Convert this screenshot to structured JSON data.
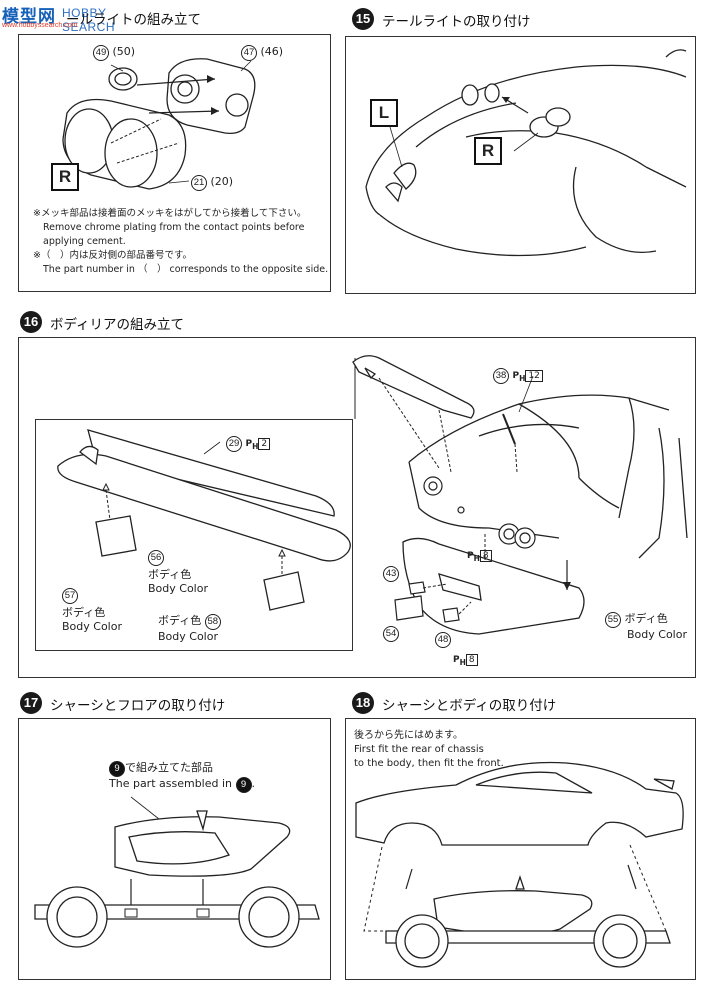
{
  "watermark": {
    "cn": "模型网",
    "en": "HOBBY SEARCH",
    "url": "www.hobbyssearch.com"
  },
  "step14": {
    "title": "ールライトの組み立て",
    "parts": {
      "p49": "49",
      "p50": "(50)",
      "p47": "47",
      "p46": "(46)",
      "p21": "21",
      "p20": "(20)"
    },
    "side_label": "R",
    "note_jp_1": "※メッキ部品は接着面のメッキをはがしてから接着して下さい。",
    "note_en_1": "Remove chrome plating from the contact points before",
    "note_en_1b": "applying cement.",
    "note_jp_2": "※（　）内は反対側の部品番号です。",
    "note_en_2": "The part number in （　） corresponds to the opposite side."
  },
  "step15": {
    "number": "15",
    "title": "テールライトの取り付け",
    "label_left": "L",
    "label_right": "R"
  },
  "step16": {
    "number": "16",
    "title": "ボディリアの組み立て",
    "p29": "29",
    "p29_ref": "P",
    "p29_ref_sub": "H",
    "p29_ref_box": "2",
    "p56": "56",
    "p56_jp": "ボディ色",
    "p56_en": "Body Color",
    "p57": "57",
    "p57_jp": "ボディ色",
    "p57_en": "Body Color",
    "p58": "58",
    "p58_jp": "ボディ色",
    "p58_en": "Body Color",
    "p38": "38",
    "p38_ref": "P",
    "p38_ref_sub": "H",
    "p38_ref_box": "12",
    "ph8_a_ref": "P",
    "ph8_a_sub": "H",
    "ph8_a_box": "8",
    "p43": "43",
    "p54": "54",
    "p48": "48",
    "ph8_b_ref": "P",
    "ph8_b_sub": "H",
    "ph8_b_box": "8",
    "p55": "55",
    "p55_jp": "ボディ色",
    "p55_en": "Body Color"
  },
  "step17": {
    "number": "17",
    "title": "シャーシとフロアの取り付け",
    "ref_step": "9",
    "ref_jp": "で組み立てた部品",
    "ref_en": "The part assembled in",
    "ref_step_en": "9"
  },
  "step18": {
    "number": "18",
    "title": "シャーシとボディの取り付け",
    "note_jp": "後ろから先にはめます。",
    "note_en_1": "First fit the rear of chassis",
    "note_en_2": "to the body, then fit the front."
  }
}
